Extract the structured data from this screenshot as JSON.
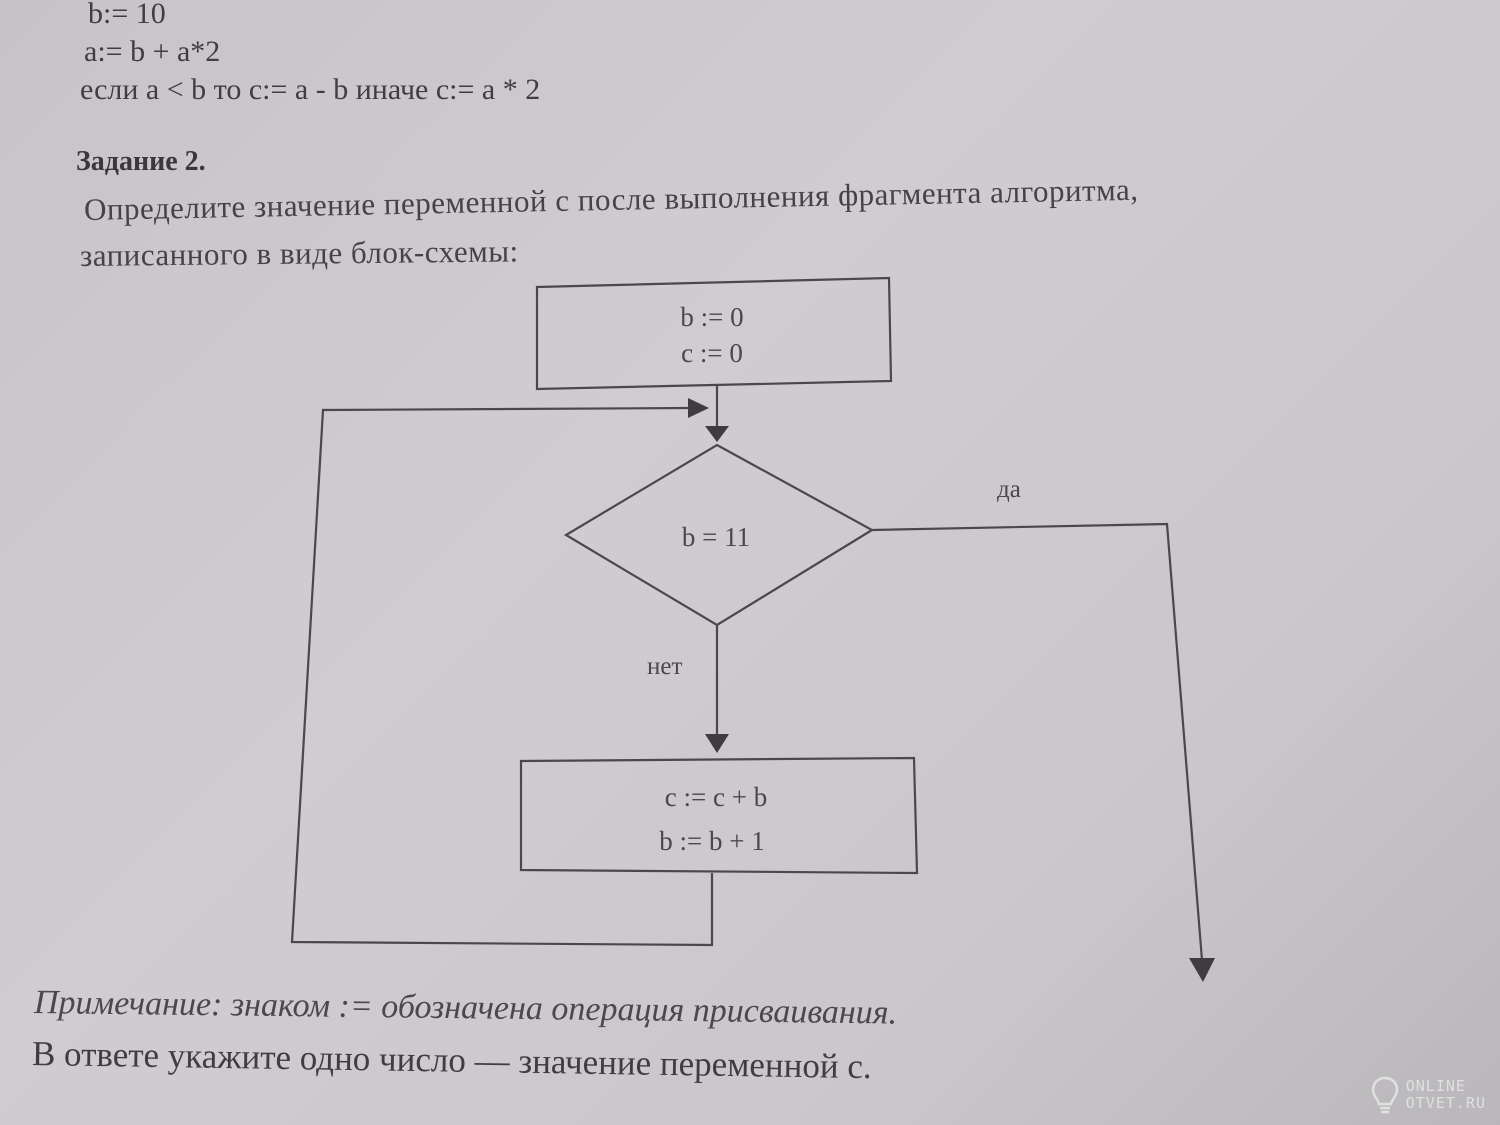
{
  "top_code": {
    "line1": "b:= 10",
    "line2": "a:= b + a*2",
    "line3": "если a < b то c:= a - b иначе c:= a * 2"
  },
  "task": {
    "title": "Задание 2.",
    "text_line1": "Определите значение переменной c после выполнения фрагмента алгоритма,",
    "text_line2": "записанного в виде блок-схемы:"
  },
  "flowchart": {
    "init_line1": "b := 0",
    "init_line2": "c := 0",
    "condition": "b = 11",
    "yes_label": "да",
    "no_label": "нет",
    "body_line1": "c := c + b",
    "body_line2": "b := b + 1"
  },
  "footer": {
    "note": "Примечание: знаком := обозначена операция присваивания.",
    "answer": "В ответе укажите одно число — значение переменной c."
  },
  "watermark": {
    "line1": "ONLINE",
    "line2": "OTVET.RU"
  }
}
